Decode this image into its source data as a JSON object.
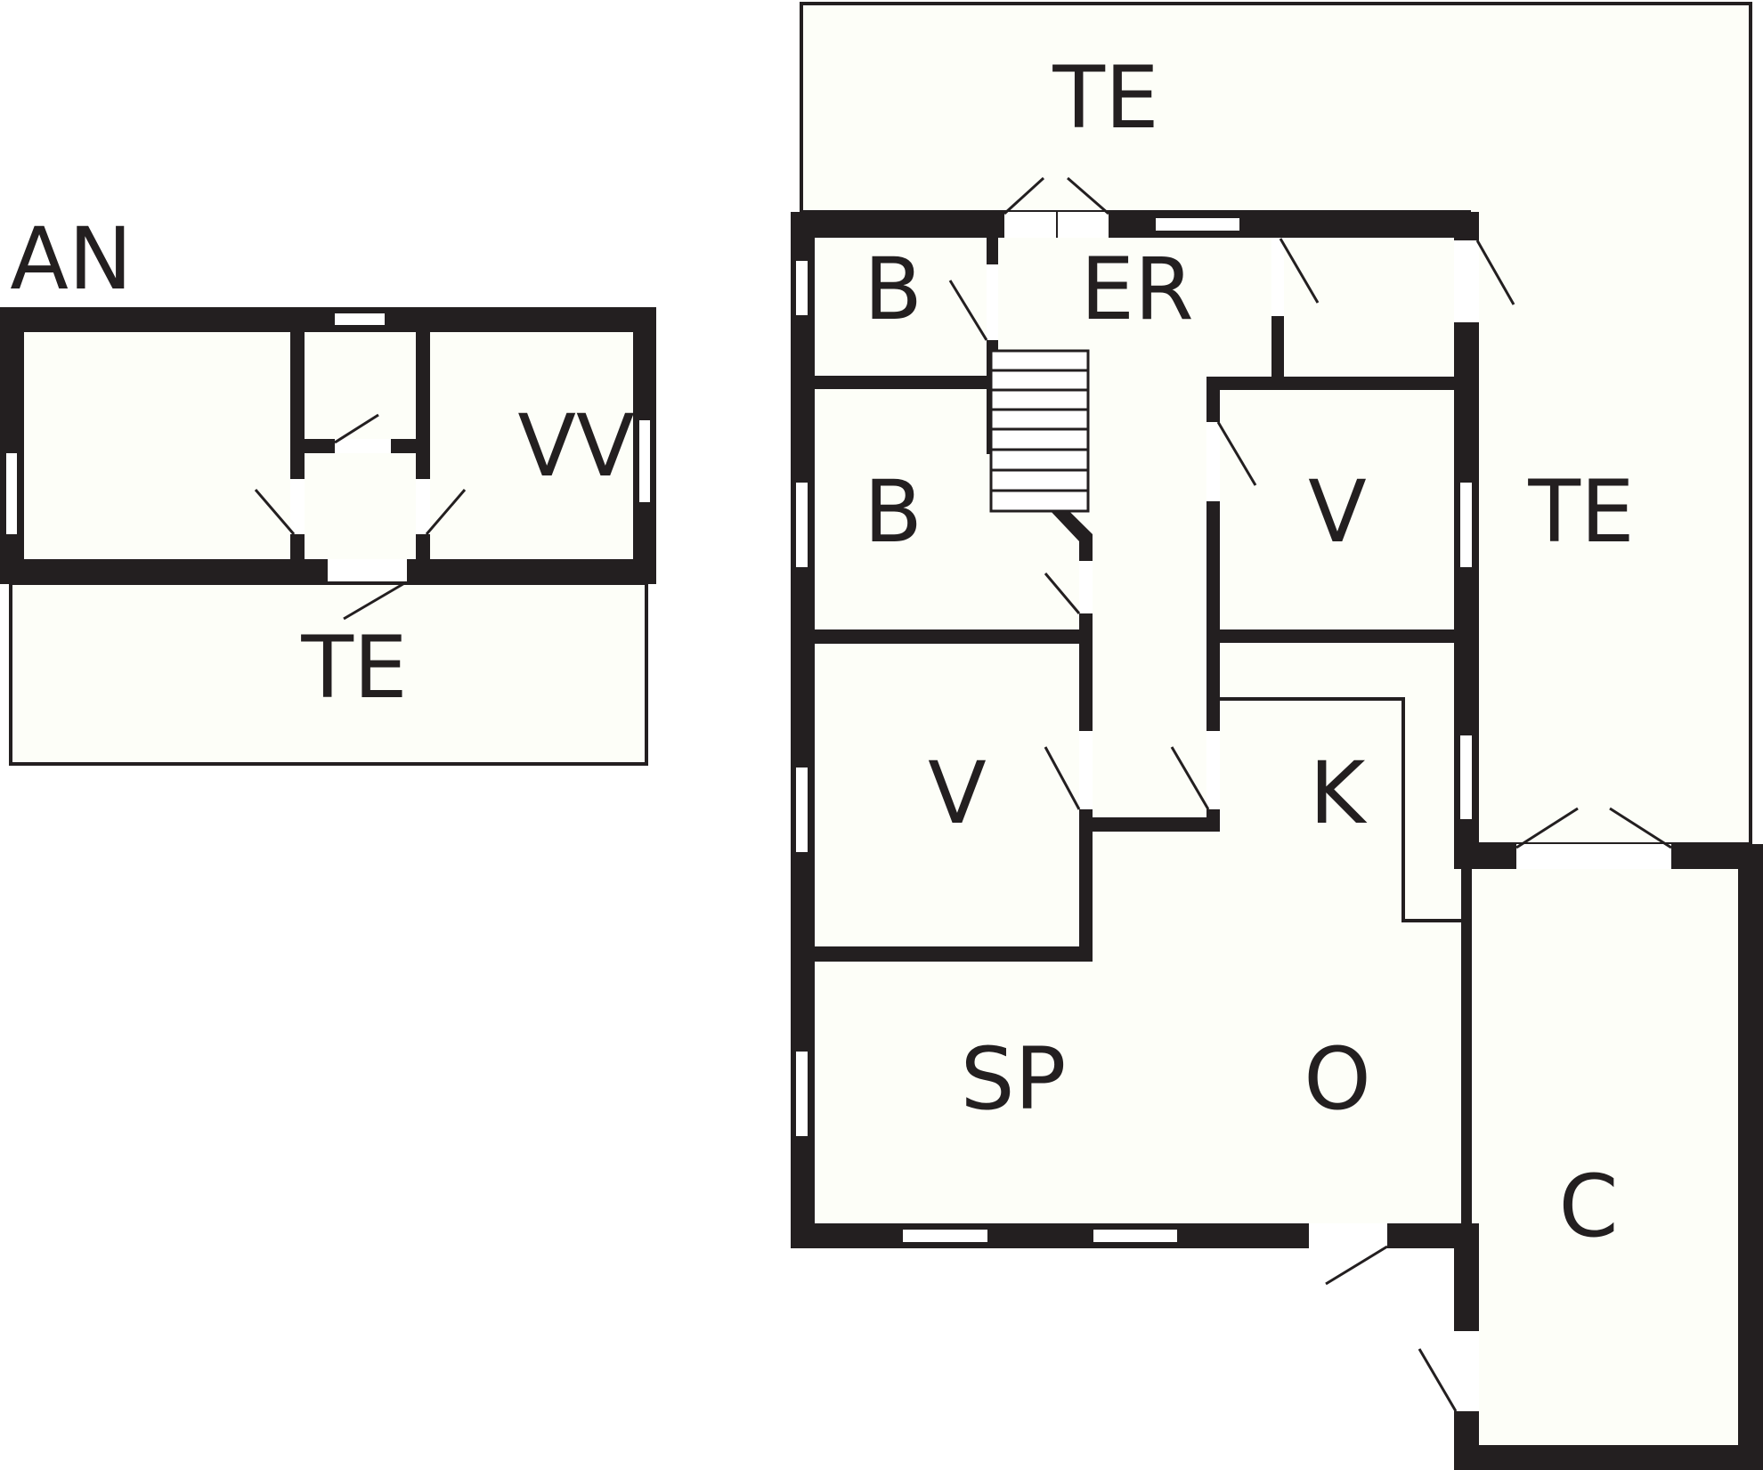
{
  "annex_title": "AN",
  "annex_rooms": {
    "wc": "VV",
    "terrace": "TE"
  },
  "main_rooms": {
    "terrace_north": "TE",
    "entrance": "ER",
    "bedroom_1": "B",
    "bedroom_2": "B",
    "storage_1": "V",
    "storage_2": "V",
    "terrace_east": "TE",
    "kitchen": "K",
    "dining": "SP",
    "living": "O",
    "carport": "C"
  },
  "colors": {
    "wall": "#231f20",
    "floor": "#fdfef8"
  }
}
